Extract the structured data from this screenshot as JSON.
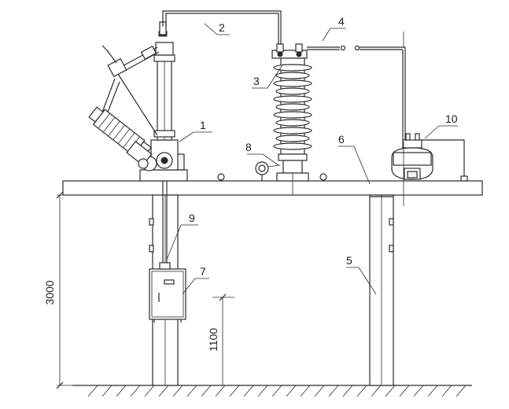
{
  "labels": {
    "l1": "1",
    "l2": "2",
    "l3": "3",
    "l4": "4",
    "l5": "5",
    "l6": "6",
    "l7": "7",
    "l8": "8",
    "l9": "9",
    "l10": "10"
  },
  "dimensions": {
    "total_height": "3000",
    "box_height": "1100"
  },
  "colors": {
    "line": "#2b2b2b",
    "background": "#ffffff"
  }
}
